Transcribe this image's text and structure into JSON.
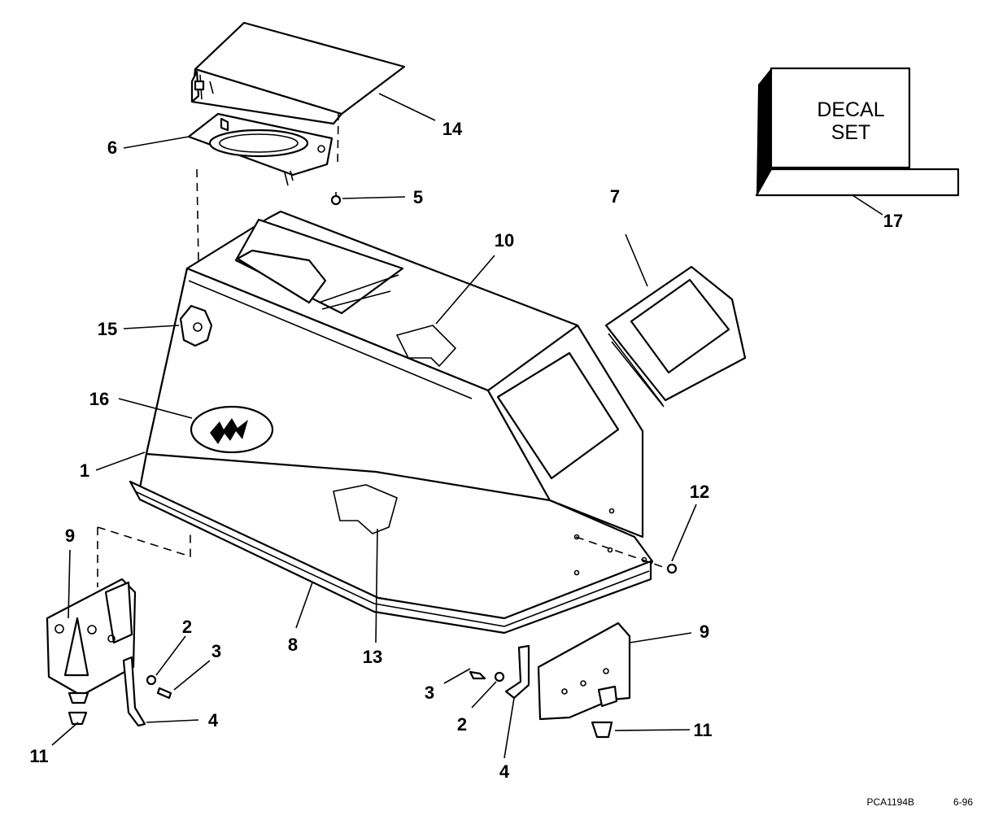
{
  "diagram": {
    "decal_box": {
      "line1": "DECAL",
      "line2": "SET"
    },
    "callouts": {
      "c1": "1",
      "c2a": "2",
      "c2b": "2",
      "c3a": "3",
      "c3b": "3",
      "c4a": "4",
      "c4b": "4",
      "c5": "5",
      "c6": "6",
      "c7": "7",
      "c8": "8",
      "c9a": "9",
      "c9b": "9",
      "c10": "10",
      "c11a": "11",
      "c11b": "11",
      "c12": "12",
      "c13": "13",
      "c14": "14",
      "c15": "15",
      "c16": "16",
      "c17": "17"
    },
    "footer": {
      "code": "PCA1194B",
      "date": "6-96"
    }
  }
}
